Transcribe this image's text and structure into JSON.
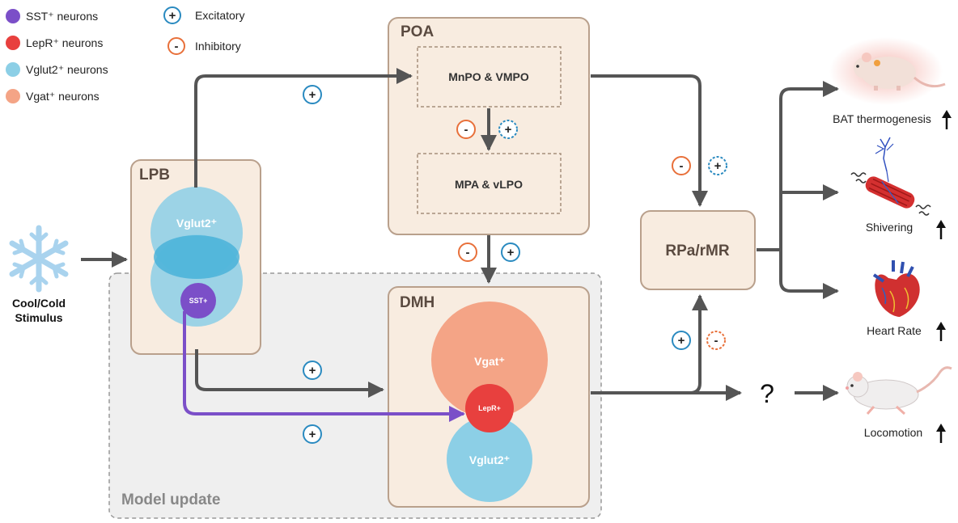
{
  "legend": {
    "sst": {
      "label": "SST⁺ neurons",
      "color": "#7b4fc8"
    },
    "lepr": {
      "label": "LepR⁺ neurons",
      "color": "#e8403e"
    },
    "vglut2": {
      "label": "Vglut2⁺ neurons",
      "color": "#8ccfe6"
    },
    "vgat": {
      "label": "Vgat⁺ neurons",
      "color": "#f4a486"
    },
    "excitatory": {
      "label": "Excitatory",
      "symbol": "+",
      "color": "#2a8ac0"
    },
    "inhibitory": {
      "label": "Inhibitory",
      "symbol": "-",
      "color": "#e8703a"
    }
  },
  "regions": {
    "poa": {
      "title": "POA",
      "sub_top": "MnPO & VMPO",
      "sub_bottom": "MPA & vLPO"
    },
    "lpb": {
      "title": "LPB",
      "vglut2": "Vglut2⁺",
      "sst": "SST+"
    },
    "dmh": {
      "title": "DMH",
      "vgat": "Vgat⁺",
      "lepr": "LepR+",
      "vglut2": "Vglut2⁺"
    },
    "rpa": {
      "title": "RPa/rMR"
    }
  },
  "stimulus": {
    "line1": "Cool/Cold",
    "line2": "Stimulus"
  },
  "model_update": "Model update",
  "unknown": "?",
  "signs": {
    "plus": "+",
    "minus": "-"
  },
  "outputs": [
    {
      "label": "BAT thermogenesis",
      "trend": "up"
    },
    {
      "label": "Shivering",
      "trend": "up"
    },
    {
      "label": "Heart Rate",
      "trend": "up"
    },
    {
      "label": "Locomotion",
      "trend": "up"
    }
  ],
  "colors": {
    "region_fill": "#f8ece0",
    "region_stroke": "#b9a08c",
    "arrow": "#555555",
    "sst_path": "#7b4fc8",
    "model_bg": "#efefef"
  }
}
